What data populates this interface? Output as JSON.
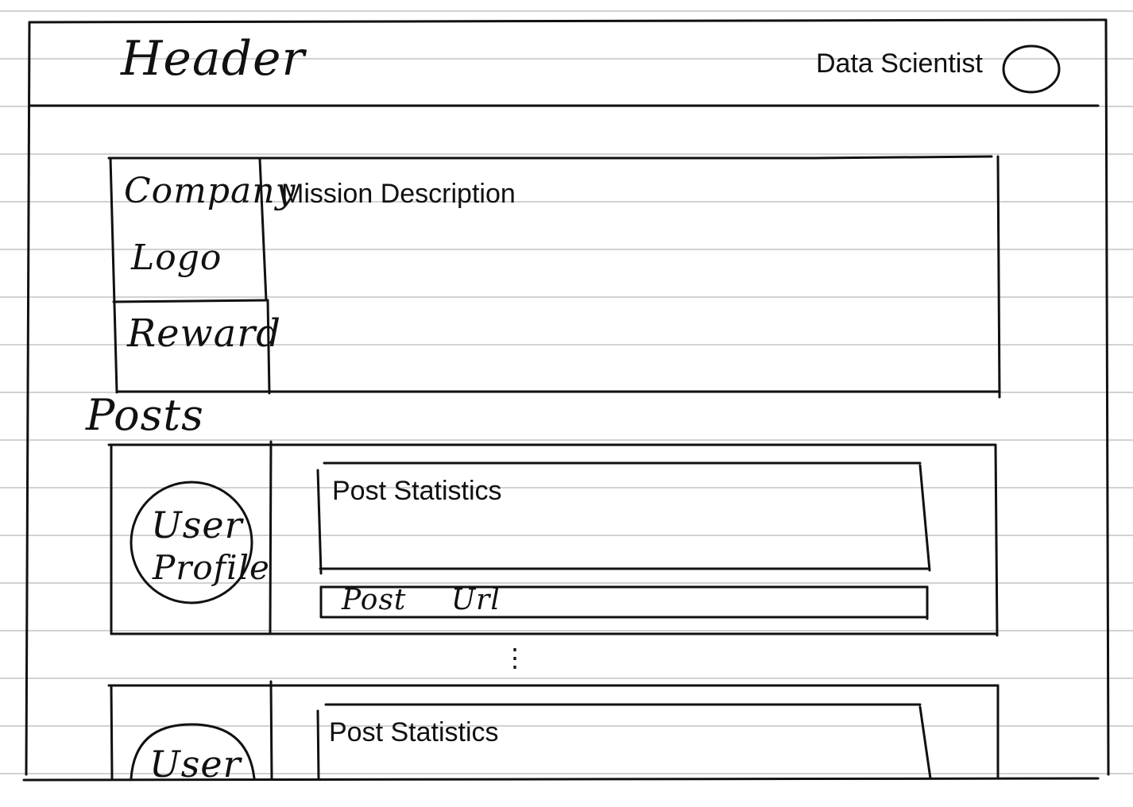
{
  "header": {
    "title": "Header",
    "user_role": "Data Scientist",
    "avatar_icon": "circle-avatar-icon"
  },
  "mission": {
    "logo_label_line1": "Company",
    "logo_label_line2": "Logo",
    "reward_label": "Reward",
    "description_label": "Mission Description"
  },
  "posts": {
    "section_title": "Posts",
    "more_indicator": "⋮",
    "items": [
      {
        "profile_line1": "User",
        "profile_line2": "Profile",
        "statistics_label": "Post Statistics",
        "url_label": "Post Url"
      },
      {
        "profile_line1": "User",
        "statistics_label": "Post Statistics"
      }
    ]
  }
}
